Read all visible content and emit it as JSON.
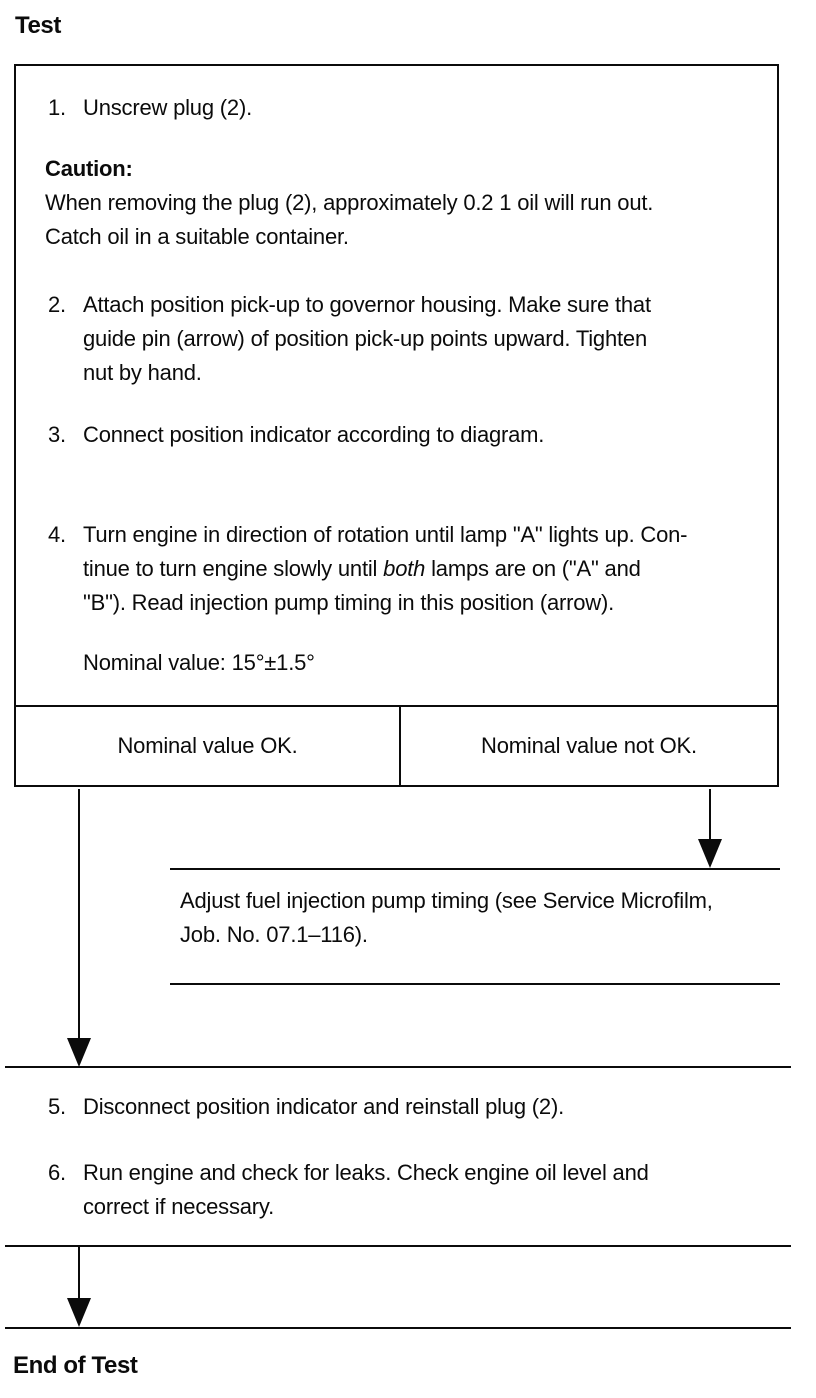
{
  "title": "Test",
  "box": {
    "step1": {
      "num": "1.",
      "text": "Unscrew plug (2)."
    },
    "caution": {
      "label": "Caution:",
      "lines": [
        "When removing the plug (2), approximately 0.2 1 oil will run out.",
        "Catch oil in a suitable container."
      ]
    },
    "step2": {
      "num": "2.",
      "lines": [
        "Attach position pick-up to governor housing. Make sure that",
        "guide pin (arrow) of position pick-up points upward. Tighten",
        "nut by hand."
      ]
    },
    "step3": {
      "num": "3.",
      "text": "Connect position indicator according to diagram."
    },
    "step4": {
      "num": "4.",
      "line1": "Turn engine in direction of rotation until lamp \"A\" lights up. Con-",
      "line2_pre": "tinue to turn engine slowly until ",
      "line2_italic": "both",
      "line2_post": " lamps are on (\"A\" and",
      "line3": "\"B\"). Read injection pump timing in this position (arrow).",
      "nominal": "Nominal value: 15°±1.5°"
    }
  },
  "decision": {
    "ok": "Nominal value OK.",
    "not_ok": "Nominal value not OK."
  },
  "adjust": {
    "lines": [
      "Adjust fuel injection pump timing (see Service Microfilm,",
      "Job. No. 07.1–116)."
    ]
  },
  "step5": {
    "num": "5.",
    "text": "Disconnect position indicator and reinstall plug (2)."
  },
  "step6": {
    "num": "6.",
    "lines": [
      "Run engine and check for leaks. Check engine oil level and",
      "correct if necessary."
    ]
  },
  "end_label": "End of Test",
  "colors": {
    "ink": "#0b0b0b",
    "paper": "#ffffff"
  }
}
